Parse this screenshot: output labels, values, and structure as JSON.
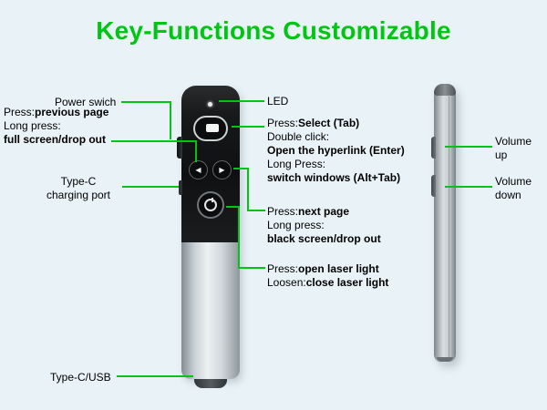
{
  "title": "Key-Functions Customizable",
  "colors": {
    "accent_green": "#00c613",
    "background": "#e9f2f7",
    "device_black": "#141618",
    "device_silver": "#c7ced2"
  },
  "icons": {
    "previous_arrow": "◀",
    "next_arrow": "▶"
  },
  "callouts": {
    "power_switch": {
      "label": "Power swich"
    },
    "previous_page": {
      "press": "Press:",
      "press_bold": "previous page",
      "long_press": "Long press:",
      "long_press_bold": "full screen/drop out"
    },
    "type_c_charging": {
      "line1": "Type-C",
      "line2": "charging port"
    },
    "type_c_usb": {
      "label": "Type-C/USB"
    },
    "led": {
      "label": "LED"
    },
    "select": {
      "press": "Press:",
      "press_bold": "Select (Tab)",
      "double_click": "Double click:",
      "double_click_bold": "Open the hyperlink (Enter)",
      "long_press": "Long Press:",
      "long_press_bold": "switch windows (Alt+Tab)"
    },
    "next_page": {
      "press": "Press:",
      "press_bold": "next page",
      "long_press": "Long press:",
      "long_press_bold": "black screen/drop out"
    },
    "laser": {
      "press": "Press:",
      "press_bold": "open laser light",
      "loosen": "Loosen:",
      "loosen_bold": "close laser light"
    },
    "volume_up": {
      "line1": "Volume",
      "line2": "up"
    },
    "volume_down": {
      "line1": "Volume",
      "line2": "down"
    }
  }
}
